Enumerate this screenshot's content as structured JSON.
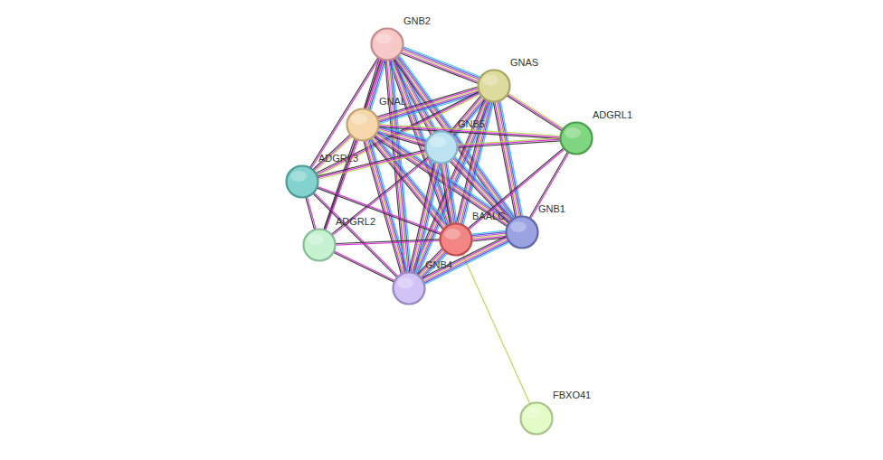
{
  "diagram": {
    "nodes": [
      {
        "text": [
          "GNB2"
        ]
      },
      {
        "text": [
          "GNAS"
        ]
      },
      {
        "text": [
          "GNAL"
        ]
      },
      {
        "text": [
          "GNB5"
        ]
      },
      {
        "text": [
          "ADGRL1"
        ]
      },
      {
        "text": [
          "ADGRL3"
        ]
      },
      {
        "text": [
          "BAALC"
        ]
      },
      {
        "text": [
          "GNB1"
        ]
      },
      {
        "text": [
          "ADGRL2"
        ]
      },
      {
        "text": [
          "GNB4"
        ]
      },
      {
        "text": [
          "FBXO41"
        ]
      }
    ],
    "edges": [
      {
        "from": 0,
        "to": 1,
        "arrow": "none"
      },
      {
        "from": 0,
        "to": 2,
        "arrow": "none"
      },
      {
        "from": 0,
        "to": 3,
        "arrow": "none"
      },
      {
        "from": 0,
        "to": 5,
        "arrow": "none"
      },
      {
        "from": 0,
        "to": 6,
        "arrow": "none"
      },
      {
        "from": 0,
        "to": 9,
        "arrow": "none"
      },
      {
        "from": 0,
        "to": 8,
        "arrow": "none"
      },
      {
        "from": 0,
        "to": 7,
        "arrow": "none"
      },
      {
        "from": 1,
        "to": 2,
        "arrow": "none"
      },
      {
        "from": 1,
        "to": 3,
        "arrow": "none"
      },
      {
        "from": 1,
        "to": 4,
        "arrow": "none"
      },
      {
        "from": 1,
        "to": 6,
        "arrow": "none"
      },
      {
        "from": 1,
        "to": 7,
        "arrow": "none"
      },
      {
        "from": 1,
        "to": 9,
        "arrow": "none"
      },
      {
        "from": 1,
        "to": 5,
        "arrow": "none"
      },
      {
        "from": 2,
        "to": 3,
        "arrow": "none"
      },
      {
        "from": 2,
        "to": 4,
        "arrow": "none"
      },
      {
        "from": 2,
        "to": 6,
        "arrow": "none"
      },
      {
        "from": 2,
        "to": 7,
        "arrow": "none"
      },
      {
        "from": 2,
        "to": 9,
        "arrow": "none"
      },
      {
        "from": 2,
        "to": 5,
        "arrow": "none"
      },
      {
        "from": 2,
        "to": 8,
        "arrow": "none"
      },
      {
        "from": 3,
        "to": 4,
        "arrow": "none"
      },
      {
        "from": 3,
        "to": 6,
        "arrow": "none"
      },
      {
        "from": 3,
        "to": 7,
        "arrow": "none"
      },
      {
        "from": 3,
        "to": 9,
        "arrow": "none"
      },
      {
        "from": 3,
        "to": 5,
        "arrow": "none"
      },
      {
        "from": 3,
        "to": 8,
        "arrow": "none"
      },
      {
        "from": 4,
        "to": 6,
        "arrow": "none"
      },
      {
        "from": 4,
        "to": 7,
        "arrow": "none"
      },
      {
        "from": 5,
        "to": 6,
        "arrow": "none"
      },
      {
        "from": 5,
        "to": 8,
        "arrow": "none"
      },
      {
        "from": 5,
        "to": 9,
        "arrow": "none"
      },
      {
        "from": 6,
        "to": 7,
        "arrow": "none"
      },
      {
        "from": 6,
        "to": 9,
        "arrow": "none"
      },
      {
        "from": 6,
        "to": 8,
        "arrow": "none"
      },
      {
        "from": 6,
        "to": 10,
        "arrow": "none"
      },
      {
        "from": 8,
        "to": 9,
        "arrow": "none"
      },
      {
        "from": 7,
        "to": 9,
        "arrow": "none"
      }
    ]
  }
}
